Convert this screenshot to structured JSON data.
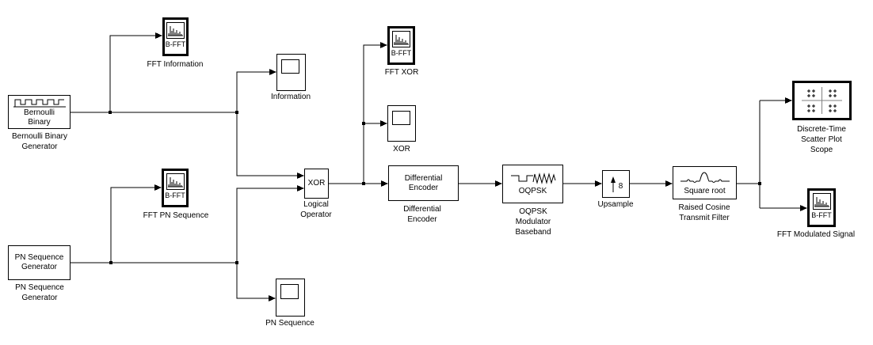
{
  "app": {
    "type": "simulink-block-diagram"
  },
  "colors": {
    "background": "#ffffff",
    "line": "#000000",
    "block_fill": "#ffffff",
    "scatter_axes_gray": "#808080"
  },
  "blocks": {
    "bernoulli_generator": {
      "icon_text": "Bernoulli\nBinary",
      "label": "Bernoulli Binary\nGenerator"
    },
    "fft_information": {
      "icon_text": "B-FFT",
      "label": "FFT Information"
    },
    "information_scope": {
      "label": "Information"
    },
    "pn_generator": {
      "icon_text": "PN Sequence\nGenerator",
      "label": "PN Sequence\nGenerator"
    },
    "fft_pn_sequence": {
      "icon_text": "B-FFT",
      "label": "FFT PN Sequence"
    },
    "pn_scope": {
      "label": "PN Sequence"
    },
    "logical_operator": {
      "icon_text": "XOR",
      "label": "Logical\nOperator"
    },
    "fft_xor": {
      "icon_text": "B-FFT",
      "label": "FFT XOR"
    },
    "xor_scope": {
      "label": "XOR"
    },
    "differential_encoder": {
      "icon_text": "Differential\nEncoder",
      "label": "Differential\nEncoder"
    },
    "oqpsk_modulator": {
      "icon_text": "OQPSK",
      "label": "OQPSK\nModulator\nBaseband"
    },
    "upsample": {
      "icon_text": "8",
      "label": "Upsample"
    },
    "raised_cosine_filter": {
      "icon_text": "Square root",
      "label": "Raised Cosine\nTransmit Filter"
    },
    "scatter_plot_scope": {
      "label": "Discrete-Time\nScatter Plot\nScope"
    },
    "fft_modulated_signal": {
      "icon_text": "B-FFT",
      "label": "FFT Modulated Signal"
    }
  }
}
